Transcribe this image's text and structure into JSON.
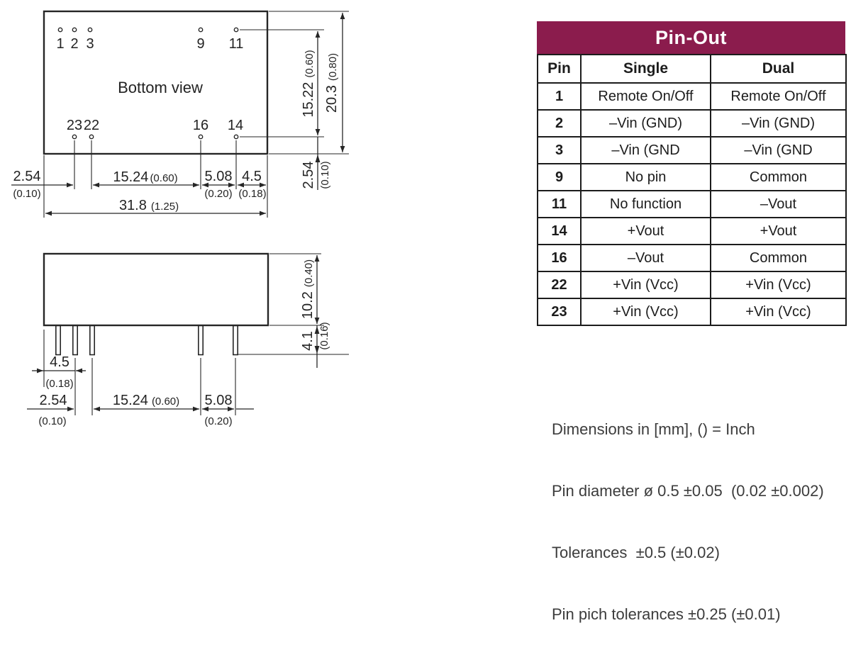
{
  "top_view": {
    "label": "Bottom view",
    "pins_top": [
      "1",
      "2",
      "3",
      "9",
      "11"
    ],
    "pins_bottom": [
      "23",
      "22",
      "16",
      "14"
    ],
    "dims": {
      "pitch": {
        "mm": "2.54",
        "inch": "(0.10)"
      },
      "mid_span": {
        "mm": "15.24",
        "inch": "(0.60)"
      },
      "out_span": {
        "mm": "5.08",
        "inch": "(0.20)"
      },
      "edge_span": {
        "mm": "4.5",
        "inch": "(0.18)"
      },
      "total_width": {
        "mm": "31.8",
        "inch": "(1.25)"
      },
      "row_span": {
        "mm": "15.22",
        "inch": "(0.60)"
      },
      "total_height": {
        "mm": "20.3",
        "inch": "(0.80)"
      },
      "edge_bottom": {
        "mm": "2.54",
        "inch": "(0.10)"
      }
    }
  },
  "side_view": {
    "dims": {
      "body_height": {
        "mm": "10.2",
        "inch": "(0.40)"
      },
      "pin_length": {
        "mm": "4.1",
        "inch": "(0.16)"
      },
      "edge_to_pin": {
        "mm": "4.5",
        "inch": "(0.18)"
      },
      "pitch": {
        "mm": "2.54",
        "inch": "(0.10)"
      },
      "mid_span": {
        "mm": "15.24",
        "inch": "(0.60)"
      },
      "out_span": {
        "mm": "5.08",
        "inch": "(0.20)"
      }
    }
  },
  "pinout": {
    "title": "Pin-Out",
    "header_bg": "#8b1c4d",
    "columns": {
      "pin": "Pin",
      "single": "Single",
      "dual": "Dual"
    },
    "rows": [
      {
        "pin": "1",
        "single": "Remote On/Off",
        "dual": "Remote On/Off"
      },
      {
        "pin": "2",
        "single": "–Vin (GND)",
        "dual": "–Vin (GND)"
      },
      {
        "pin": "3",
        "single": "–Vin (GND",
        "dual": "–Vin (GND"
      },
      {
        "pin": "9",
        "single": "No pin",
        "dual": "Common"
      },
      {
        "pin": "11",
        "single": "No function",
        "dual": "–Vout"
      },
      {
        "pin": "14",
        "single": "+Vout",
        "dual": "+Vout"
      },
      {
        "pin": "16",
        "single": "–Vout",
        "dual": "Common"
      },
      {
        "pin": "22",
        "single": "+Vin (Vcc)",
        "dual": "+Vin (Vcc)"
      },
      {
        "pin": "23",
        "single": "+Vin (Vcc)",
        "dual": "+Vin (Vcc)"
      }
    ]
  },
  "notes": {
    "lines": [
      "Dimensions in [mm], () = Inch",
      "Pin diameter ø 0.5 ±0.05  (0.02 ±0.002)",
      "Tolerances  ±0.5 (±0.02)",
      "Pin pich tolerances ±0.25 (±0.01)"
    ]
  }
}
